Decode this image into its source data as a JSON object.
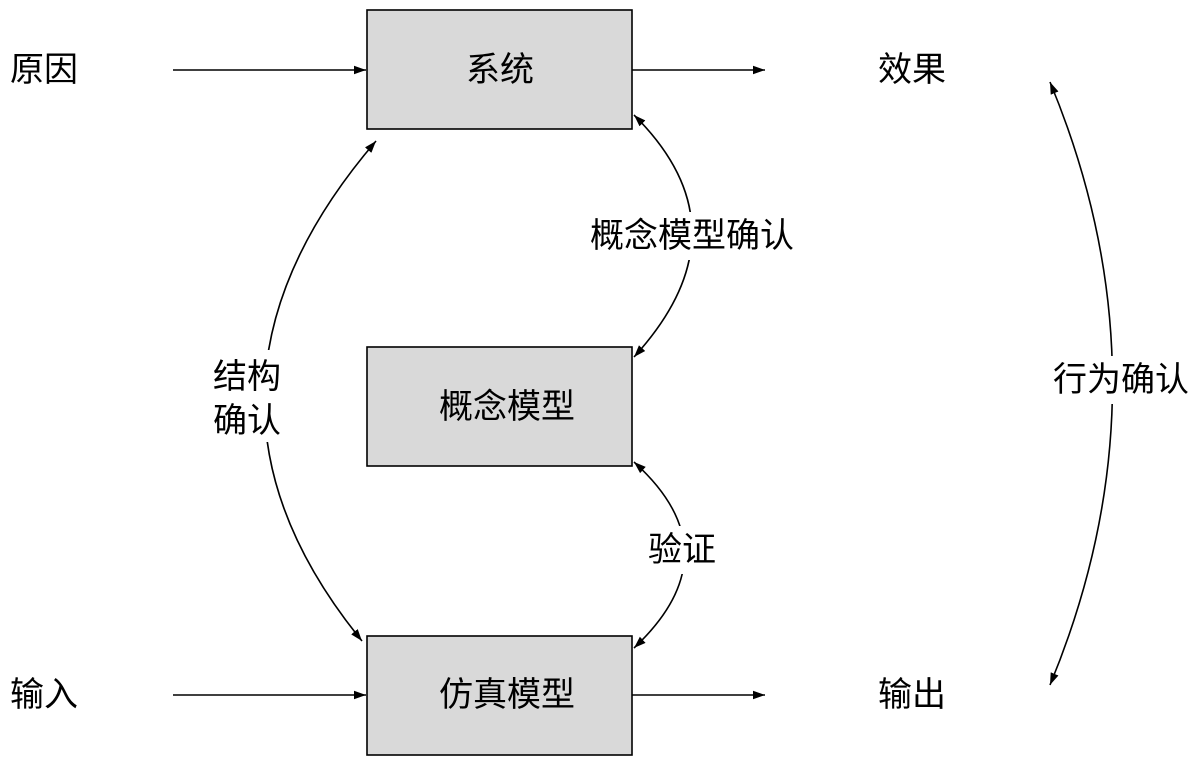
{
  "nodes": {
    "system": "系统",
    "conceptual_model": "概念模型",
    "simulation_model": "仿真模型"
  },
  "terms": {
    "cause": "原因",
    "effect": "效果",
    "input": "输入",
    "output": "输出"
  },
  "relations": {
    "conceptual_model_validation": "概念模型确认",
    "verification": "验证",
    "structural_validation_line1": "结构",
    "structural_validation_line2": "确认",
    "behavioral_validation": "行为确认"
  },
  "colors": {
    "box_fill": "#d9d9d9",
    "stroke": "#000000"
  }
}
